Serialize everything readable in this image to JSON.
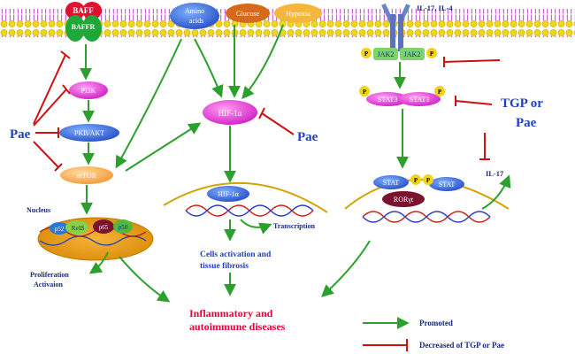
{
  "membrane_labels": {
    "baff": "BAFF",
    "baffr": "BAFFR",
    "amino_acids_line1": "Amino",
    "amino_acids_line2": "acids",
    "glucose": "Glucose",
    "hypoxia": "Hypoxia",
    "cytokines": "IL-17, IL-4"
  },
  "left_pathway": {
    "pi3k": "PI3K",
    "pkb_akt": "PKB/AKT",
    "mtor": "mTOR",
    "pae": "Pae",
    "nucleus": "Nucleus",
    "p52": "p52",
    "relb": "RelB",
    "p65": "p65",
    "p50": "p50",
    "outcome_line1": "Proliferation",
    "outcome_line2": "Activaion"
  },
  "middle_pathway": {
    "hif_top": "HIF-1α",
    "pae": "Pae",
    "hif_nuclear": "HIF-1α",
    "transcription": "Transcription",
    "outcome_line1": "Cells activation and",
    "outcome_line2": "tissue fibrosis"
  },
  "right_pathway": {
    "jak2_left": "JAK2",
    "jak2_right": "JAK2",
    "phospho": "P",
    "stat3_left": "STAT3",
    "stat3_right": "STAT3",
    "tgp_pae_line1": "TGP or",
    "tgp_pae_line2": "Pae",
    "stat_left": "STAT",
    "stat_right": "STAT",
    "ror": "RORγt",
    "il17": "IL-17"
  },
  "outcome": {
    "line1": "Inflammatory and",
    "line2": "autoimmune diseases"
  },
  "legend": {
    "promoted": "Promoted",
    "decreased": "Decreased of TGP or Pae"
  },
  "colors": {
    "promote_arrow": "#2ca02c",
    "inhibit_bar": "#cc1111",
    "label_blue": "#1f3fbf",
    "outcome_red": "#e8003c",
    "hif_pink": "#e020d0",
    "membrane_yellow": "#f0d61a",
    "membrane_purple": "#c040d0"
  }
}
